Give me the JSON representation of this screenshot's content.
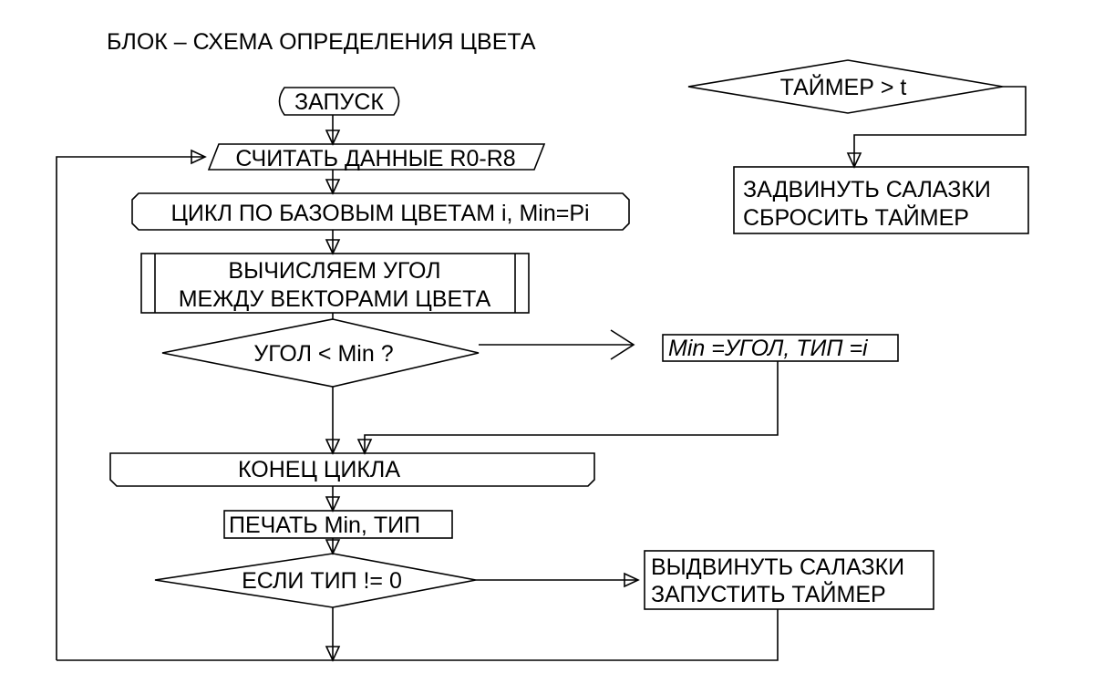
{
  "diagram": {
    "title": "БЛОК – СХЕМА ОПРЕДЕЛЕНИЯ ЦВЕТА",
    "start": "ЗАПУСК",
    "read_data": "СЧИТАТЬ ДАННЫЕ R0-R8",
    "loop_start": "ЦИКЛ ПО БАЗОВЫМ ЦВЕТАМ i, Min=Pi",
    "compute_line1": "ВЫЧИСЛЯЕМ УГОЛ",
    "compute_line2": "МЕЖДУ ВЕКТОРАМИ ЦВЕТА",
    "decision_angle": "УГОЛ < Min ?",
    "assign": "Min =УГОЛ, ТИП =i",
    "loop_end": "КОНЕЦ ЦИКЛА",
    "print": "ПЕЧАТЬ Min, ТИП",
    "decision_type": "ЕСЛИ ТИП != 0",
    "extend_line1": "ВЫДВИНУТЬ САЛАЗКИ",
    "extend_line2": "ЗАПУСТИТЬ ТАЙМЕР",
    "decision_timer": "ТАЙМЕР > t",
    "retract_line1": "ЗАДВИНУТЬ САЛАЗКИ",
    "retract_line2": "СБРОСИТЬ ТАЙМЕР"
  }
}
